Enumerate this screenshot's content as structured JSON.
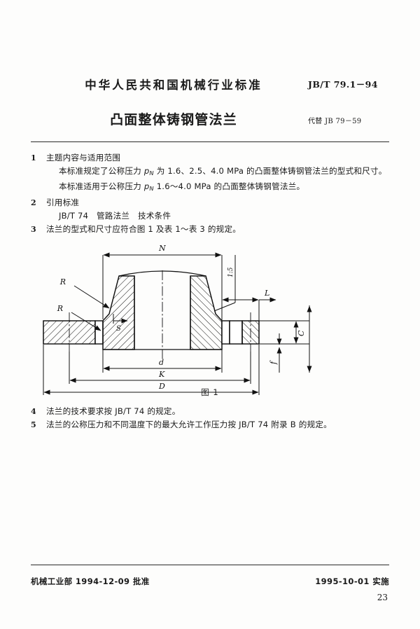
{
  "header": {
    "organization": "中华人民共和国机械行业标准",
    "standard_code": "JB/T 79.1－94",
    "title": "凸面整体铸钢管法兰",
    "replaces": "代替 JB 79－59"
  },
  "clauses": [
    {
      "number": "1",
      "text": "主题内容与适用范围",
      "indent": false
    },
    {
      "number": "",
      "text": "本标准规定了公称压力 pN 为 1.6、2.5、4.0 MPa 的凸面整体铸钢管法兰的型式和尺寸。",
      "indent": true
    },
    {
      "number": "",
      "text": "本标准适用于公称压力 pN 1.6～4.0 MPa 的凸面整体铸钢管法兰。",
      "indent": true
    },
    {
      "number": "2",
      "text": "引用标准",
      "indent": false
    },
    {
      "number": "",
      "text": "JB/T 74　管路法兰　技术条件",
      "indent": true
    },
    {
      "number": "3",
      "text": "法兰的型式和尺寸应符合图 1 及表 1～表 3 的规定。",
      "indent": false
    }
  ],
  "clauses_lower": [
    {
      "number": "4",
      "text": "法兰的技术要求按 JB/T 74 的规定。",
      "indent": false
    },
    {
      "number": "5",
      "text": "法兰的公称压力和不同温度下的最大允许工作压力按 JB/T 74 附录 B 的规定。",
      "indent": false
    }
  ],
  "figure": {
    "caption": "图 1",
    "type": "flange-cross-section",
    "dimension_labels": [
      "N",
      "R",
      "R",
      "S",
      "L",
      "C",
      "f",
      "d",
      "K",
      "D"
    ],
    "taper_note": "1:5"
  },
  "footer": {
    "approver": "机械工业部 1994-12-09 批准",
    "effective": "1995-10-01 实施",
    "page_number": "23"
  }
}
